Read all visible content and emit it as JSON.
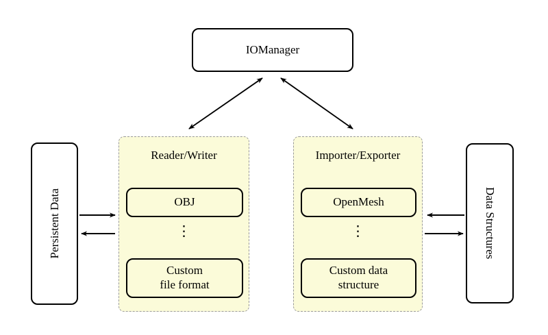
{
  "colors": {
    "background": "#ffffff",
    "panel_fill": "#fbfbd9",
    "panel_dash": "#9a9a9a",
    "line": "#000000"
  },
  "iomanager": {
    "label": "IOManager"
  },
  "persistent_data": {
    "label": "Persistent Data"
  },
  "data_structures": {
    "label": "Data Structures"
  },
  "reader_writer_panel": {
    "title": "Reader/Writer",
    "item_top": "OBJ",
    "ellipsis": "⋮",
    "item_bottom": "Custom\nfile format"
  },
  "importer_exporter_panel": {
    "title": "Importer/Exporter",
    "item_top": "OpenMesh",
    "ellipsis": "⋮",
    "item_bottom": "Custom data\nstructure"
  }
}
